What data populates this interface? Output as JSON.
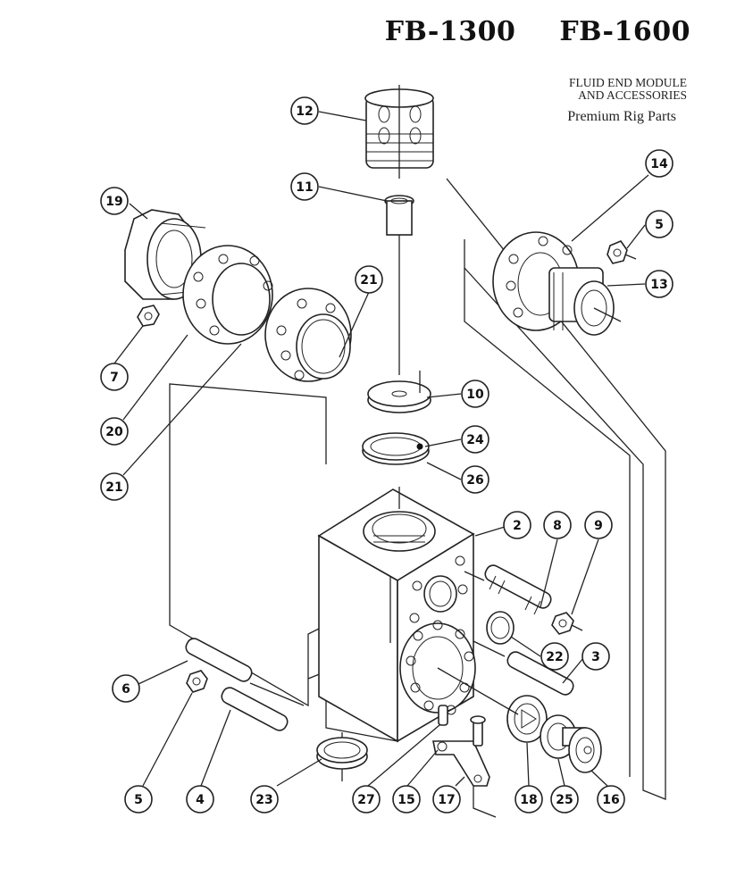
{
  "header": {
    "models": [
      "FB-1300",
      "FB-1600"
    ],
    "subtitle_line1": "FLUID END MODULE",
    "subtitle_line2": "AND ACCESSORIES",
    "brand": "Premium Rig Parts"
  },
  "parts": {
    "p12": "12",
    "p11": "11",
    "p19": "19",
    "p14": "14",
    "p5a": "5",
    "p13": "13",
    "p21a": "21",
    "p7": "7",
    "p20": "20",
    "p10": "10",
    "p24": "24",
    "p21b": "21",
    "p26": "26",
    "p2": "2",
    "p8": "8",
    "p9": "9",
    "p22": "22",
    "p3": "3",
    "p6": "6",
    "p5b": "5",
    "p4": "4",
    "p23": "23",
    "p27": "27",
    "p15": "15",
    "p17": "17",
    "p18": "18",
    "p25": "25",
    "p16": "16"
  }
}
